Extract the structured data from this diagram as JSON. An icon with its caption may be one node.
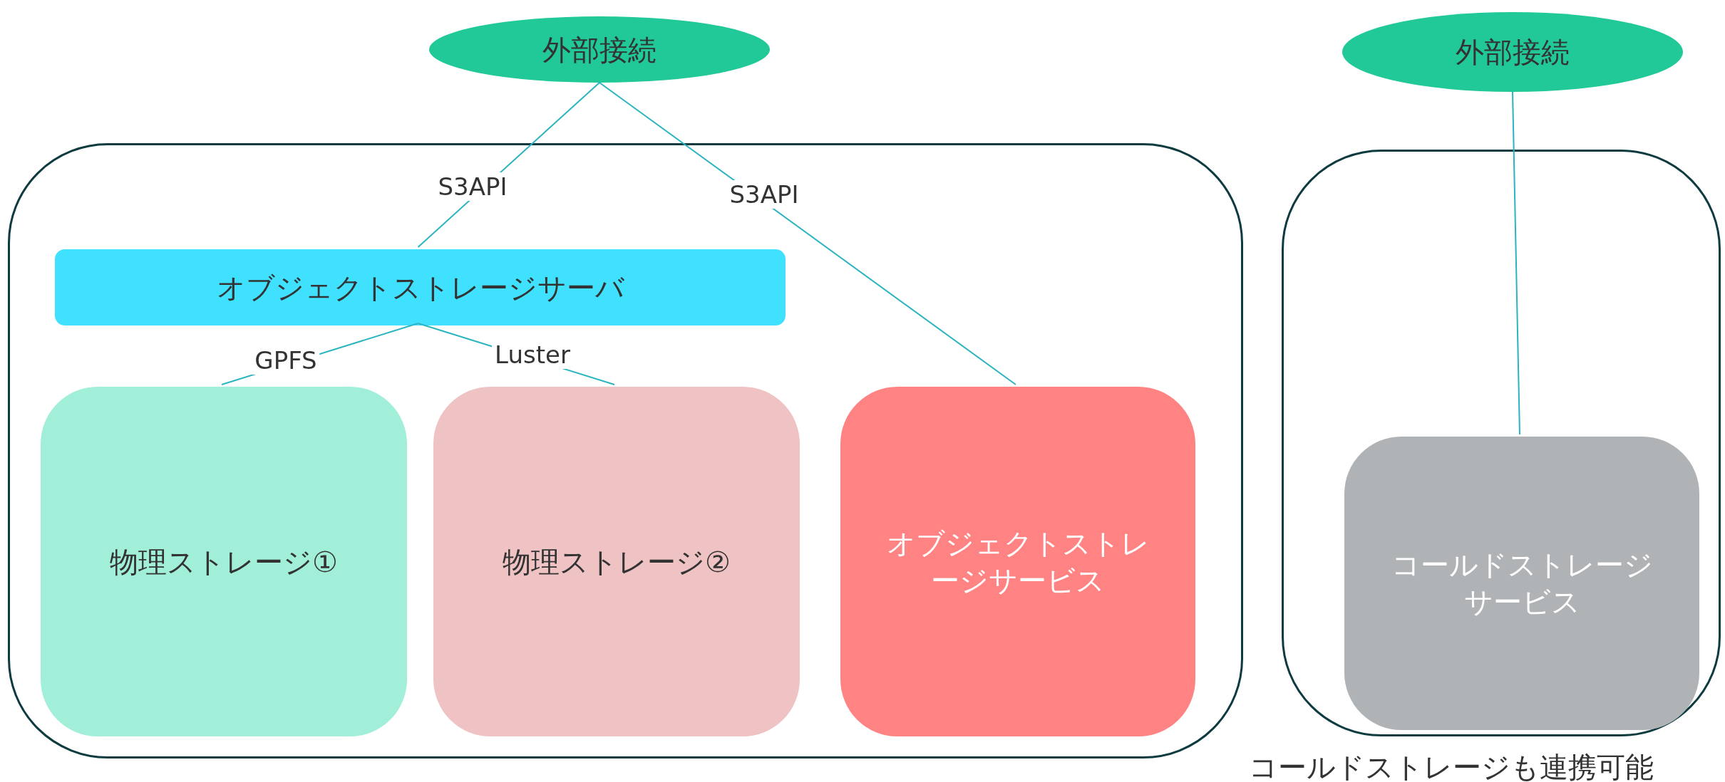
{
  "diagram": {
    "nodes": [
      {
        "text": [
          "外部接続"
        ]
      },
      {
        "text": [],
        "shape": "box"
      },
      {
        "text": [
          "オブジェクトストレージサーバ"
        ],
        "in": 1
      },
      {
        "text": [
          "物理ストレージ①"
        ],
        "in": 1
      },
      {
        "text": [
          "物理ストレージ②"
        ],
        "in": 1
      },
      {
        "text": [
          "オブジェクトストレージサービス"
        ],
        "in": 1
      },
      {
        "text": [
          "外部接続"
        ]
      },
      {
        "text": [],
        "shape": "box"
      },
      {
        "text": [
          "コールドストレージサービス"
        ],
        "in": 7
      }
    ],
    "edges": [
      {
        "from": 0,
        "to": 2,
        "arrow": "none",
        "label": "S3API"
      },
      {
        "from": 0,
        "to": 5,
        "arrow": "none",
        "label": "S3API"
      },
      {
        "from": 2,
        "to": 3,
        "arrow": "none",
        "label": "GPFS"
      },
      {
        "from": 2,
        "to": 4,
        "arrow": "none",
        "label": "Luster"
      },
      {
        "from": 6,
        "to": 8,
        "arrow": "none"
      }
    ],
    "labels": [
      "コールドストレージも連携可能"
    ]
  }
}
